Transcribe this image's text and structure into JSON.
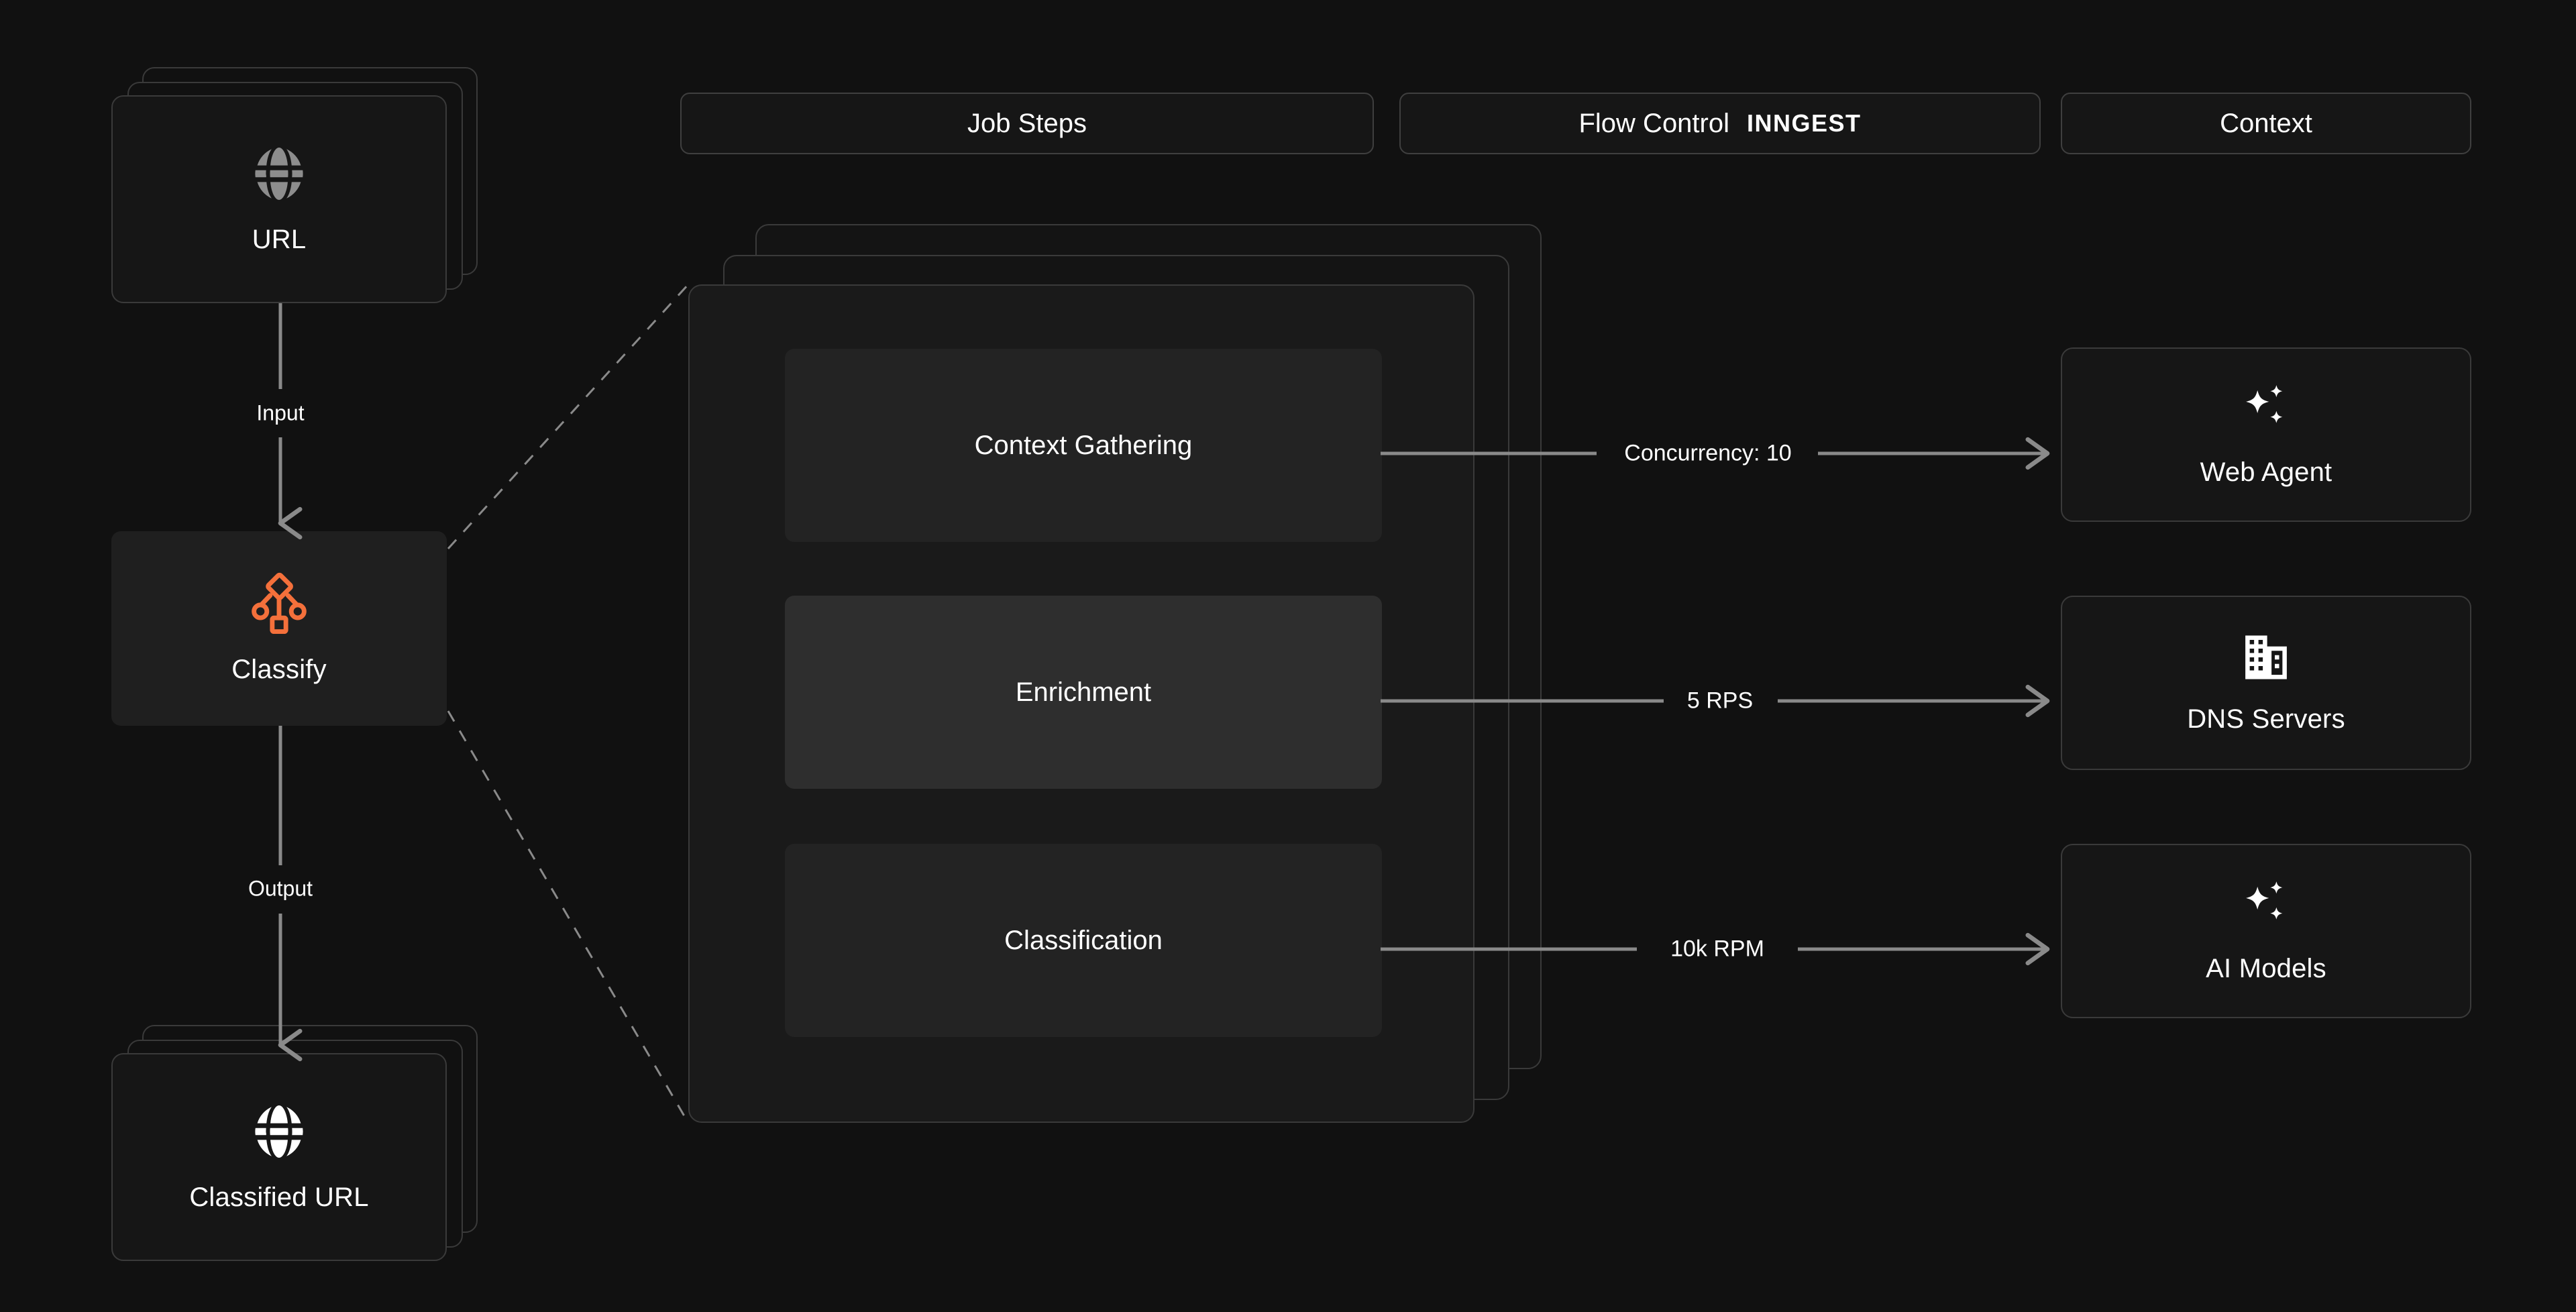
{
  "canvas": {
    "background": "#111111",
    "border_color": "#3a3a3a",
    "accent_color": "#F4703B",
    "line_color": "#8a8a8a",
    "text_color": "#ffffff"
  },
  "headers": [
    {
      "label": "Job Steps",
      "brand": ""
    },
    {
      "label": "Flow Control",
      "brand": "INNGEST"
    },
    {
      "label": "Context",
      "brand": ""
    }
  ],
  "pipeline": {
    "input_node": {
      "label": "URL",
      "icon": "globe-icon",
      "stacked": true
    },
    "input_edge_label": "Input",
    "process_node": {
      "label": "Classify",
      "icon": "workflow-classify-icon",
      "highlighted": true
    },
    "output_edge_label": "Output",
    "output_node": {
      "label": "Classified URL",
      "icon": "globe-icon",
      "stacked": true
    }
  },
  "job": {
    "stacked": true,
    "steps": [
      {
        "label": "Context Gathering",
        "active": false
      },
      {
        "label": "Enrichment",
        "active": true
      },
      {
        "label": "Classification",
        "active": false
      }
    ]
  },
  "flow_control": [
    {
      "label": "Concurrency: 10"
    },
    {
      "label": "5 RPS"
    },
    {
      "label": "10k RPM"
    }
  ],
  "context_nodes": [
    {
      "label": "Web Agent",
      "icon": "sparkles-icon"
    },
    {
      "label": "DNS Servers",
      "icon": "building-icon"
    },
    {
      "label": "AI Models",
      "icon": "sparkles-icon"
    }
  ]
}
